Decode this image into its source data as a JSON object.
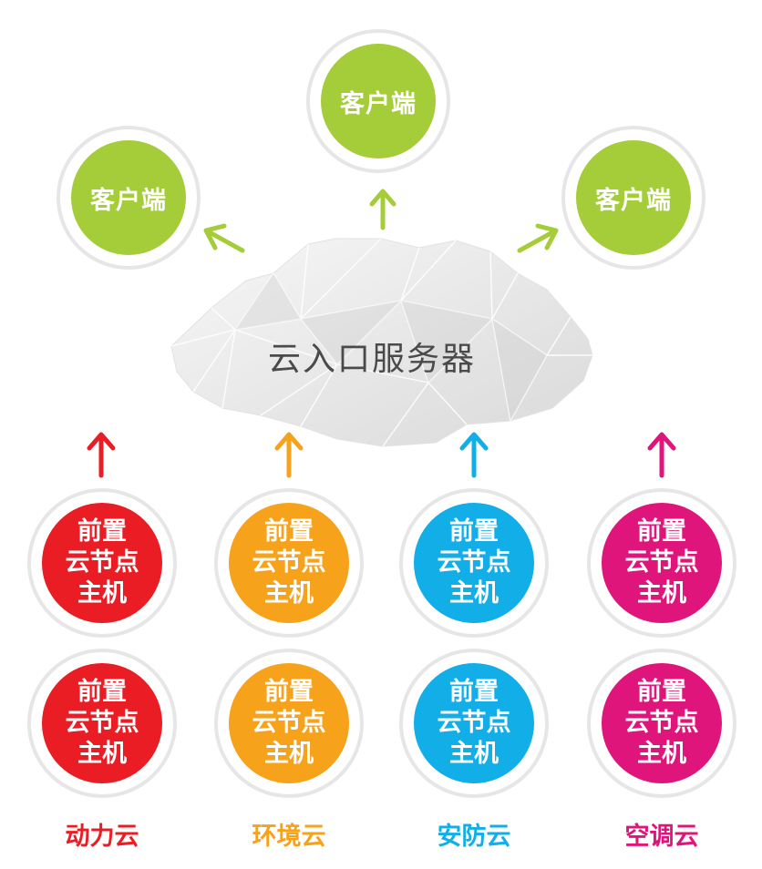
{
  "colors": {
    "client": "#a4cd39",
    "power": "#ea1c24",
    "environment": "#f7a21b",
    "security": "#12aee8",
    "aircon": "#e0157b",
    "ring": "#e6e6e6",
    "cloud_text": "#4a4a4a"
  },
  "server": {
    "label": "云入口服务器"
  },
  "clients": [
    {
      "label": "客户端"
    },
    {
      "label": "客户端"
    },
    {
      "label": "客户端"
    }
  ],
  "groups": [
    {
      "name": "动力云",
      "color_key": "power",
      "hosts": [
        {
          "lines": [
            "前置",
            "云节点",
            "主机"
          ]
        },
        {
          "lines": [
            "前置",
            "云节点",
            "主机"
          ]
        }
      ]
    },
    {
      "name": "环境云",
      "color_key": "environment",
      "hosts": [
        {
          "lines": [
            "前置",
            "云节点",
            "主机"
          ]
        },
        {
          "lines": [
            "前置",
            "云节点",
            "主机"
          ]
        }
      ]
    },
    {
      "name": "安防云",
      "color_key": "security",
      "hosts": [
        {
          "lines": [
            "前置",
            "云节点",
            "主机"
          ]
        },
        {
          "lines": [
            "前置",
            "云节点",
            "主机"
          ]
        }
      ]
    },
    {
      "name": "空调云",
      "color_key": "aircon",
      "hosts": [
        {
          "lines": [
            "前置",
            "云节点",
            "主机"
          ]
        },
        {
          "lines": [
            "前置",
            "云节点",
            "主机"
          ]
        }
      ]
    }
  ]
}
